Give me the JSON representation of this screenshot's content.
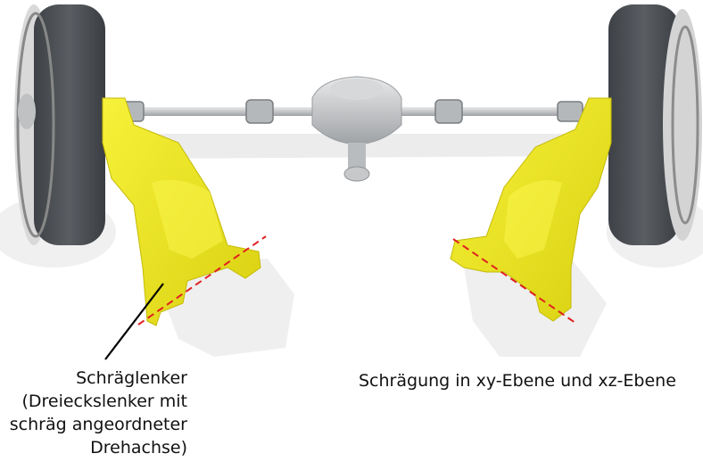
{
  "annotations": {
    "left_label_lines": [
      "Schräglenker",
      "(Dreieckslenker mit",
      "schräg angeordneter",
      "Drehachse)"
    ],
    "right_label": "Schrägung in xy-Ebene und xz-Ebene"
  },
  "colors": {
    "trailing_arm": "#f5ee1a",
    "trailing_arm_shade": "#d8cf10",
    "axis_line": "#e02020",
    "tire": "#505459",
    "metal": "#c8cacc",
    "shadow": "#e6e6e6"
  },
  "icons": [
    "wheel-left",
    "wheel-right",
    "differential",
    "trailing-arm-left",
    "trailing-arm-right"
  ]
}
